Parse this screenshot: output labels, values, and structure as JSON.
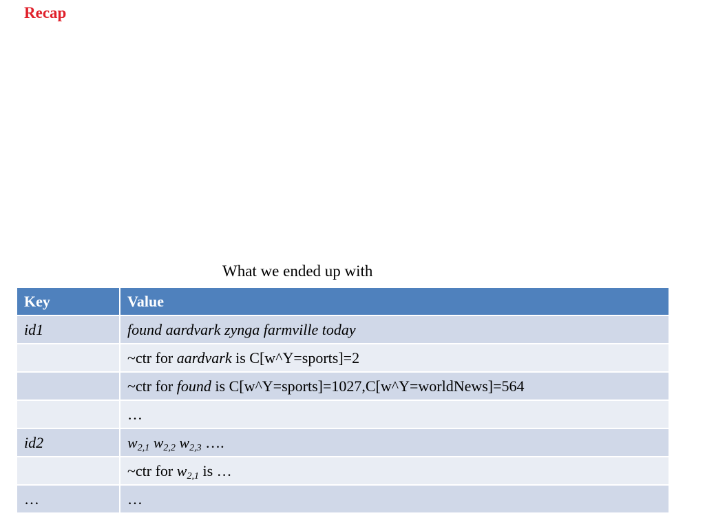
{
  "slide": {
    "title": "Recap",
    "caption": "What we ended up with"
  },
  "table": {
    "headers": [
      "Key",
      "Value"
    ],
    "rows": [
      {
        "key": "id1",
        "value": "found aardvark zynga farmville today"
      },
      {
        "key": "",
        "value_prefix": "~ctr for ",
        "value_term": "aardvark",
        "value_suffix": " is C[w^Y=sports]=2"
      },
      {
        "key": "",
        "value_prefix": "~ctr for ",
        "value_term": "found",
        "value_suffix": " is C[w^Y=sports]=1027,C[w^Y=worldNews]=564"
      },
      {
        "key": "",
        "value": "…"
      },
      {
        "key": "id2",
        "w1_base": "w",
        "w1_sub": "2,1",
        "w2_base": "w",
        "w2_sub": "2,2",
        "w3_base": "w",
        "w3_sub": "2,3",
        "value_suffix": " …."
      },
      {
        "key": "",
        "value_prefix": "~ctr for ",
        "w_base": "w",
        "w_sub": "2,1",
        "value_suffix": " is …"
      },
      {
        "key": "…",
        "value": "…"
      }
    ]
  }
}
